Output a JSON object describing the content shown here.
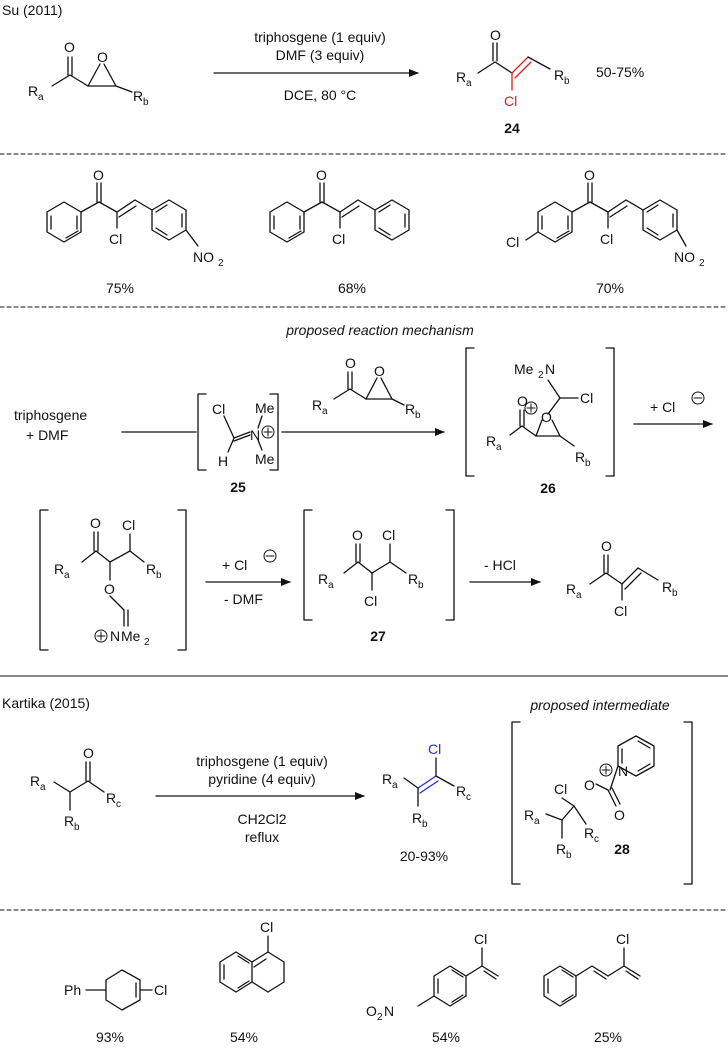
{
  "top": {
    "citation": "Su (2011)",
    "reagent1": "triphosgene (1 equiv)",
    "reagent2": "DMF (3 equiv)",
    "conditions": "DCE, 80 °C",
    "product_label": "24",
    "yield": "50-75%",
    "examples": [
      "75%",
      "68%",
      "70%"
    ]
  },
  "mechanism": {
    "title": "proposed reaction mechanism",
    "start": [
      "triphosgene",
      "+ DMF"
    ],
    "label_25": "25",
    "label_26": "26",
    "label_27": "27",
    "step1": "+ Cl",
    "step2": [
      "+ Cl",
      "- DMF"
    ],
    "step3": "- HCl"
  },
  "bottom": {
    "citation": "Kartika (2015)",
    "intermediate_title": "proposed intermediate",
    "reagent1": "triphosgene (1 equiv)",
    "reagent2": "pyridine (4 equiv)",
    "conditions1": "CH2Cl2",
    "conditions2": "reflux",
    "yield": "20-93%",
    "intermediate_label": "28",
    "examples": [
      "93%",
      "54%",
      "54%",
      "25%"
    ]
  },
  "atoms": {
    "O": "O",
    "Cl": "Cl",
    "Ra": "R",
    "Rb": "R",
    "Rc": "R",
    "a": "a",
    "b": "b",
    "c": "c",
    "N": "N",
    "H": "H",
    "Me": "Me",
    "NO": "NO",
    "two": "2",
    "Ph": "Ph",
    "O2N": "O",
    "N2": "N",
    "Me2N": "Me",
    "Me2": "Me"
  },
  "colors": {
    "new_bond_top": "#e01b1b",
    "new_bond_bottom": "#1f2fd6",
    "text": "#111111"
  }
}
